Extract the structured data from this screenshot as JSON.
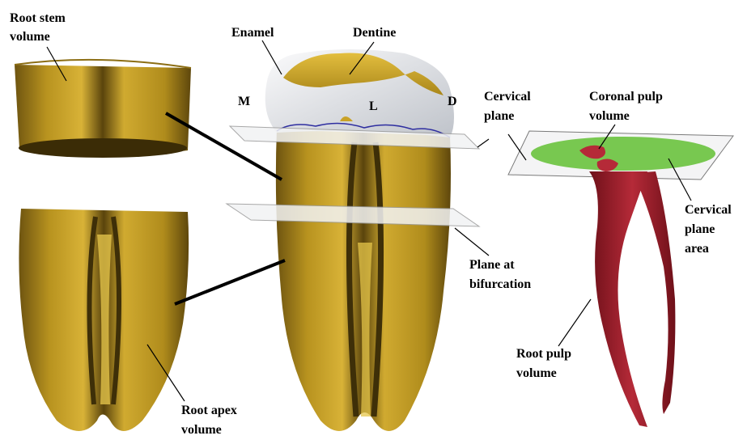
{
  "labels": {
    "root_stem_l1": "Root stem",
    "root_stem_l2": "volume",
    "enamel": "Enamel",
    "dentine": "Dentine",
    "m": "M",
    "l": "L",
    "d": "D",
    "cervical_plane_l1": "Cervical",
    "cervical_plane_l2": "plane",
    "coronal_pulp_l1": "Coronal pulp",
    "coronal_pulp_l2": "volume",
    "cervical_area_l1": "Cervical",
    "cervical_area_l2": "plane",
    "cervical_area_l3": "area",
    "bifurcation_l1": "Plane at",
    "bifurcation_l2": "bifurcation",
    "root_pulp_l1": "Root pulp",
    "root_pulp_l2": "volume",
    "root_apex_l1": "Root apex",
    "root_apex_l2": "volume"
  },
  "colors": {
    "dentine_gold": "#C9A227",
    "dentine_shadow": "#6E5410",
    "enamel": "#E6E8EC",
    "pulp": "#A3202E",
    "cervical_area": "#78C850",
    "plane": "#F2F3F4",
    "cej_line": "#2E2EA0"
  }
}
